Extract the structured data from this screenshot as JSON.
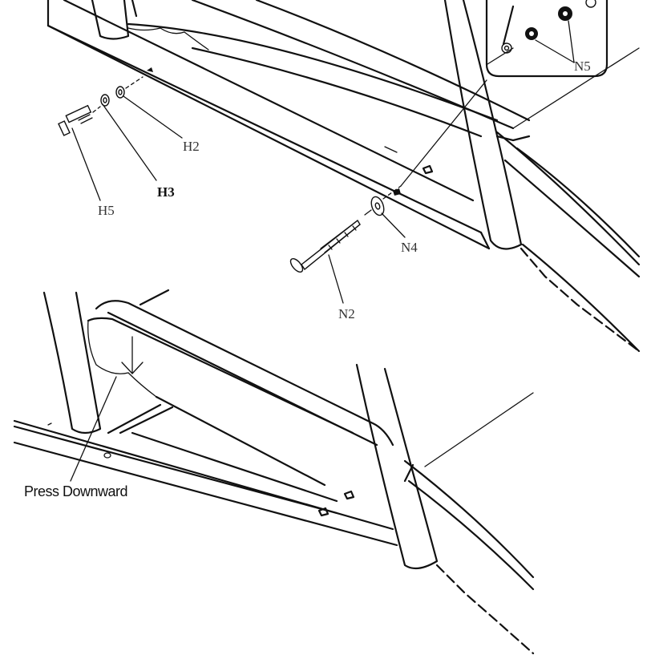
{
  "labels": {
    "h2": "H2",
    "h3": "H3",
    "h5": "H5",
    "n4": "N4",
    "n2": "N2",
    "n5": "N5",
    "press": "Press Downward"
  }
}
